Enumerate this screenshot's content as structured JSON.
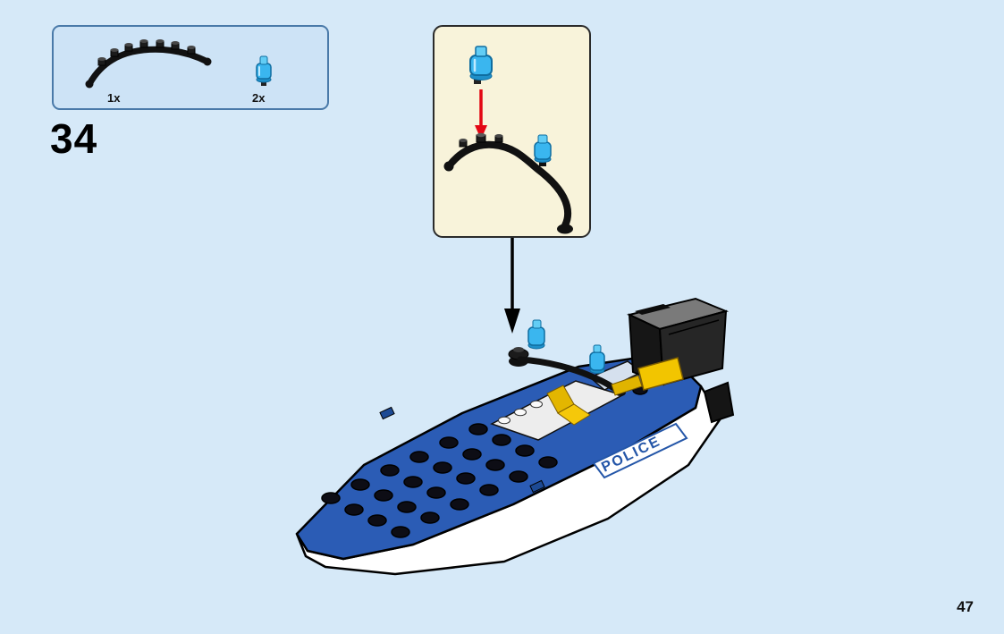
{
  "page": {
    "step_number": "34",
    "page_number": "47",
    "background_color": "#d6e9f8"
  },
  "parts_box": {
    "items": [
      {
        "part": "curved-hose-with-studs",
        "color": "black",
        "count": "1x"
      },
      {
        "part": "round-light-brick",
        "color": "trans-blue",
        "count": "2x"
      }
    ]
  },
  "callout": {
    "arrow_icon": "red-down-arrow"
  },
  "assembly_arrow_icon": "black-down-arrow",
  "boat": {
    "police_label": "POLICE"
  },
  "colors": {
    "lego_blue": "#2b5cb5",
    "trans_blue": "#3ab6ef",
    "yellow": "#f2c500",
    "red_arrow": "#e30613",
    "callout_bg": "#f8f3da",
    "parts_box_border": "#4a7aa9"
  }
}
